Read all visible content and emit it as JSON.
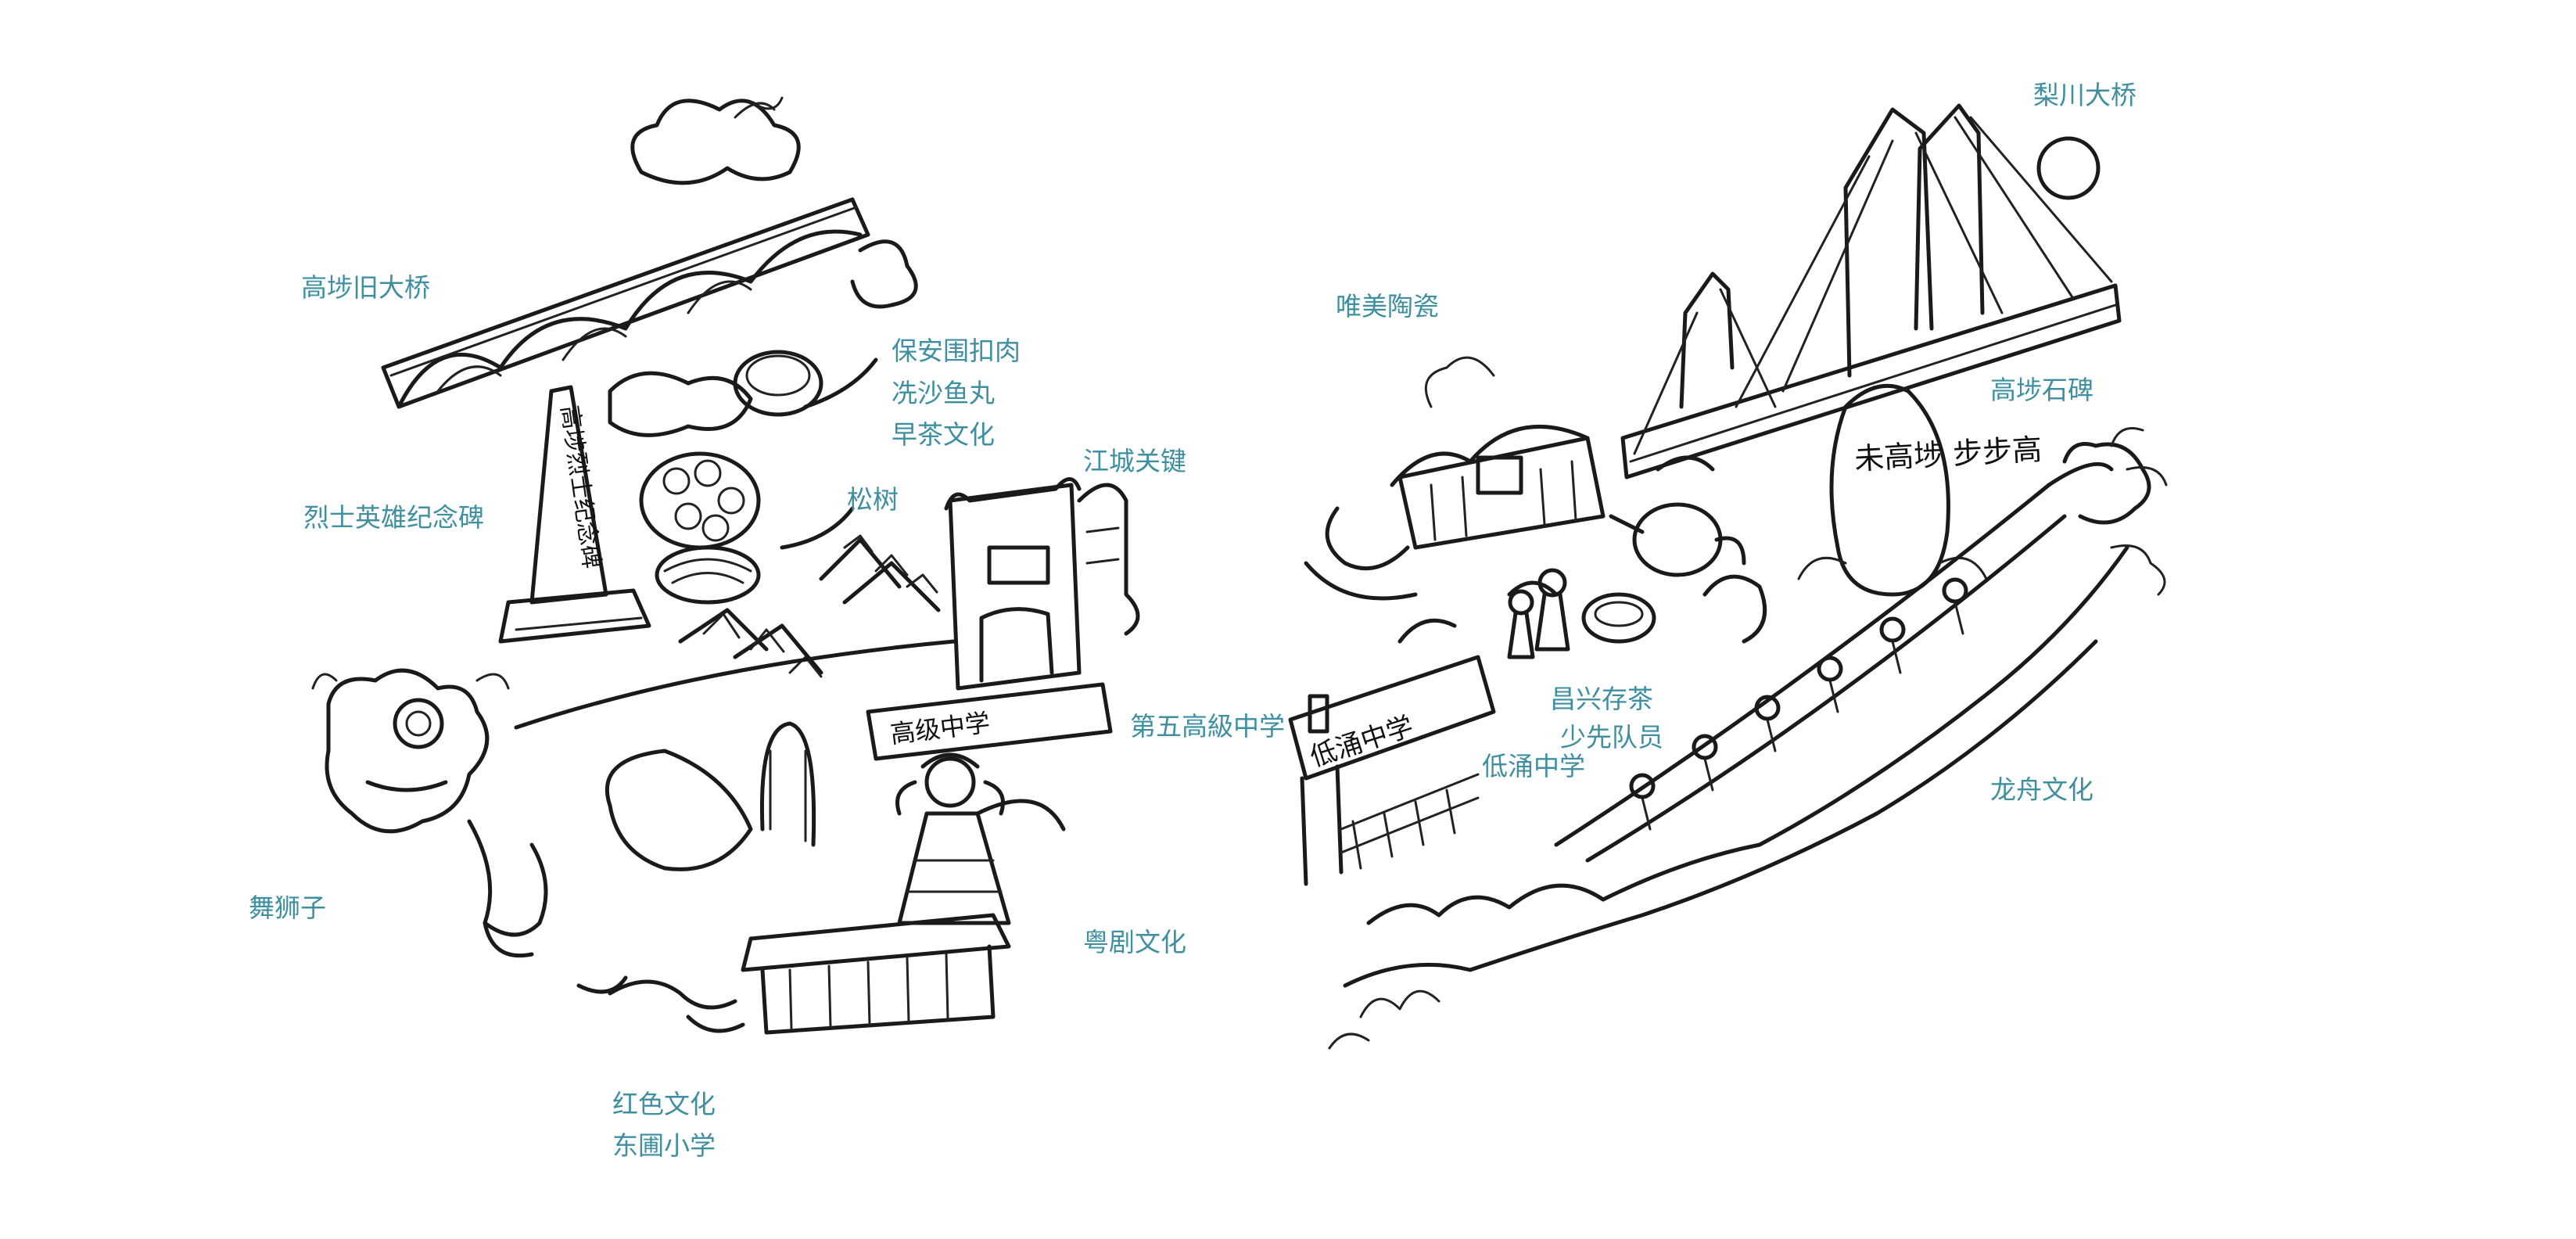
{
  "labels": {
    "gaobu_old_bridge": "高埗旧大桥",
    "baoanwei_pork": "保安围扣肉",
    "xiansha_fishball": "冼沙鱼丸",
    "morning_tea": "早茶文化",
    "jiangcheng_key": "江城关键",
    "pine_tree": "松树",
    "martyrs_monument": "烈士英雄纪念碑",
    "fifth_high_school": "第五高級中学",
    "lion_dance": "舞狮子",
    "cantonese_opera": "粤剧文化",
    "red_culture": "红色文化",
    "dongwei_primary": "东圃小学",
    "lichuan_bridge": "梨川大桥",
    "weimei_ceramics": "唯美陶瓷",
    "gaobu_stone_tablet": "高埗石碑",
    "changxing_tea": "昌兴存茶",
    "young_pioneers": "少先队员",
    "dichong_middle": "低涌中学",
    "dragon_boat": "龙舟文化"
  },
  "handwriting": {
    "monument_text": "高埗烈士纪念碑",
    "stone_tablet_text": "未高埗 步步高",
    "school_gate_text": "低涌中学",
    "fifth_school_sign": "高级中学"
  },
  "colors": {
    "label_color": "#3e8fa0",
    "ink_color": "#1a1a1a",
    "background": "#ffffff"
  }
}
